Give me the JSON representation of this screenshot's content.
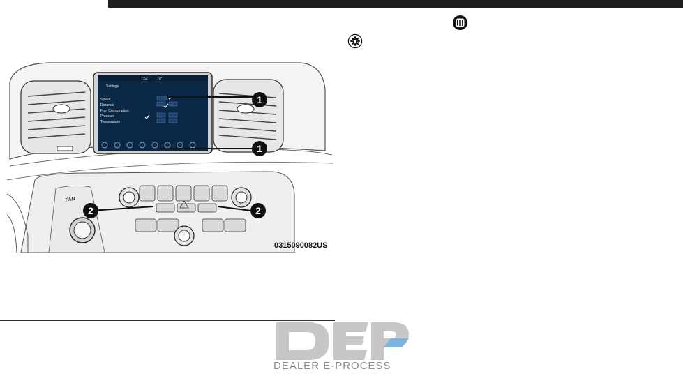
{
  "figure": {
    "callouts": [
      "1",
      "1",
      "2",
      "2"
    ],
    "figure_id": "0315090082US",
    "screen": {
      "clock": "7:52",
      "temp": "70°",
      "title": "Settings",
      "rows": [
        "Speed",
        "Distance",
        "Fuel Consumption",
        "Pressure",
        "Temperature"
      ]
    },
    "dial_label": "FAN"
  },
  "icons": [
    "apps-icon",
    "gear-icon"
  ],
  "logo": {
    "letters": "DEP",
    "subtitle": "DEALER E-PROCESS",
    "colors": {
      "gray": "#c7c7c7",
      "blue": "#7fb4dc"
    }
  }
}
